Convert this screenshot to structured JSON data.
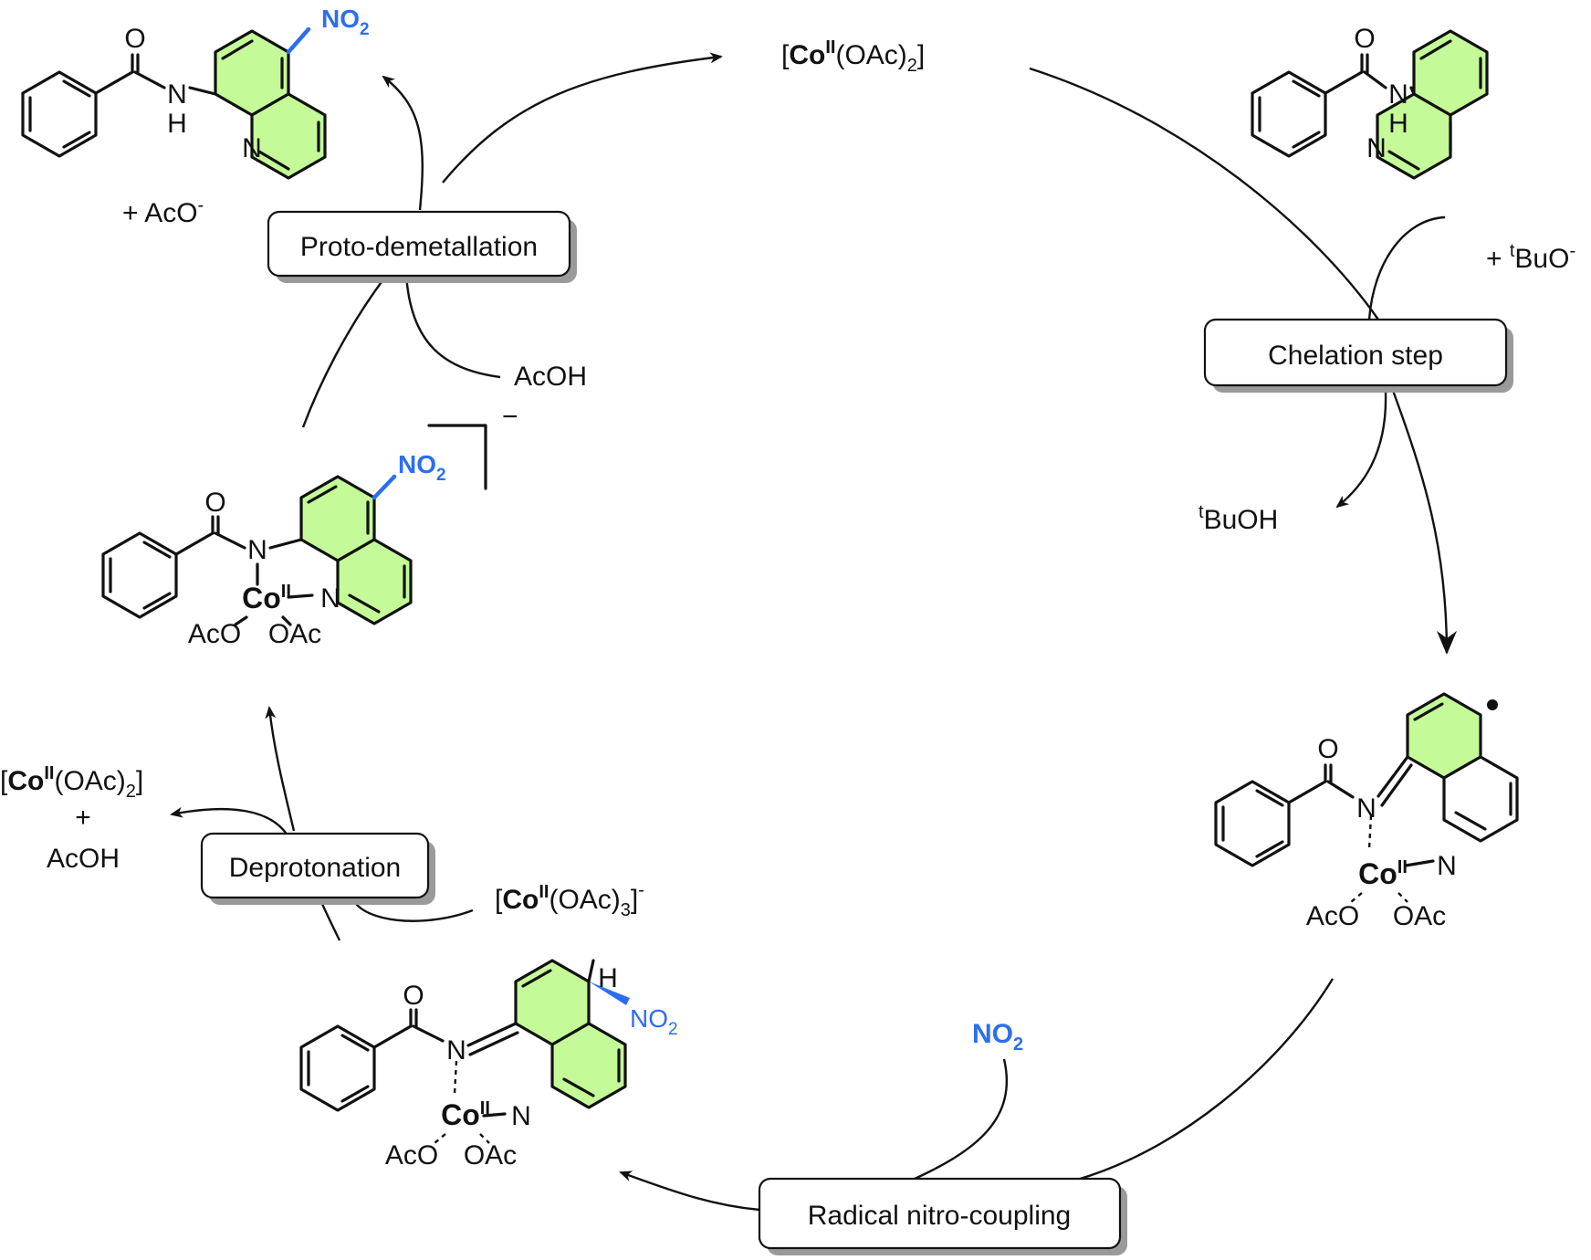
{
  "cycle": {
    "catalyst": {
      "bracket_open": "[",
      "co": "Co",
      "ox": "II",
      "rest": "(OAc)",
      "sub": "2",
      "bracket_close": "]"
    },
    "steps": {
      "chelation": "Chelation step",
      "radical": "Radical nitro-coupling",
      "deprotonation": "Deprotonation",
      "protodemet": "Proto-demetallation"
    },
    "reagents": {
      "tbuo_plus": "+ ",
      "tbuo_t": "t",
      "tbuo": "BuO",
      "tbuo_charge": "-",
      "tbuoh_t": "t",
      "tbuoh": "BuOH",
      "no2_n": "NO",
      "no2_sub": "2",
      "coac3_open": "[",
      "coac3_co": "Co",
      "coac3_ox": "II",
      "coac3_rest": "(OAc)",
      "coac3_sub": "3",
      "coac3_close": "]",
      "coac3_charge": "-",
      "left_co_open": "[",
      "left_co": "Co",
      "left_ox": "II",
      "left_rest": "(OAc)",
      "left_sub": "2",
      "left_close": "]",
      "left_plus": "+",
      "left_acoh": "AcOH",
      "acoh": "AcOH",
      "aco_plus": "+ AcO",
      "aco_charge": "-"
    },
    "molecules": {
      "atom_O": "O",
      "atom_N": "N",
      "atom_H": "H",
      "atom_Co": "Co",
      "atom_ox": "II",
      "aco": "AcO",
      "oac": "OAc",
      "no2": "NO",
      "no2_sub": "2",
      "anion_charge": "−"
    }
  },
  "colors": {
    "ring_fill": "#c4fb98",
    "nitro_blue": "#2d6ef0",
    "ink": "#111111"
  }
}
